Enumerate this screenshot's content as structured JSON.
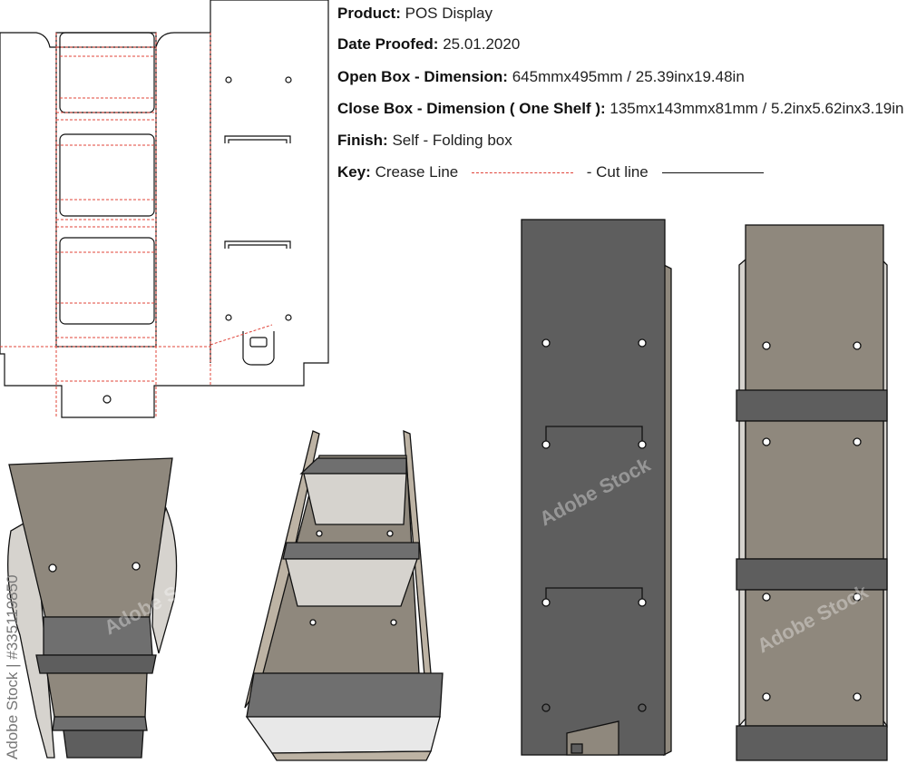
{
  "specs": {
    "product_label": "Product:",
    "product_value": "POS Display",
    "date_label": "Date Proofed:",
    "date_value": "25.01.2020",
    "open_label": "Open Box - Dimension:",
    "open_value": "645mmx495mm / 25.39inx19.48in",
    "close_label": "Close Box - Dimension ( One Shelf ):",
    "close_value": "135mx143mmx81mm / 5.2inx5.62inx3.19in",
    "finish_label": "Finish:",
    "finish_value": "Self - Folding box",
    "key_label": "Key:",
    "crease_text": "Crease Line",
    "cut_text": "- Cut line"
  },
  "watermark": {
    "side_text": "Adobe Stock | #335119850",
    "overlay_text": "Adobe Stock"
  },
  "colors": {
    "crease": "#e0443a",
    "cut": "#111111",
    "panel_tan": "#8f887d",
    "panel_dark": "#5e5e5e",
    "panel_gray": "#6f6f6f",
    "panel_light": "#d6d3ce",
    "panel_sand": "#bdb3a4"
  }
}
